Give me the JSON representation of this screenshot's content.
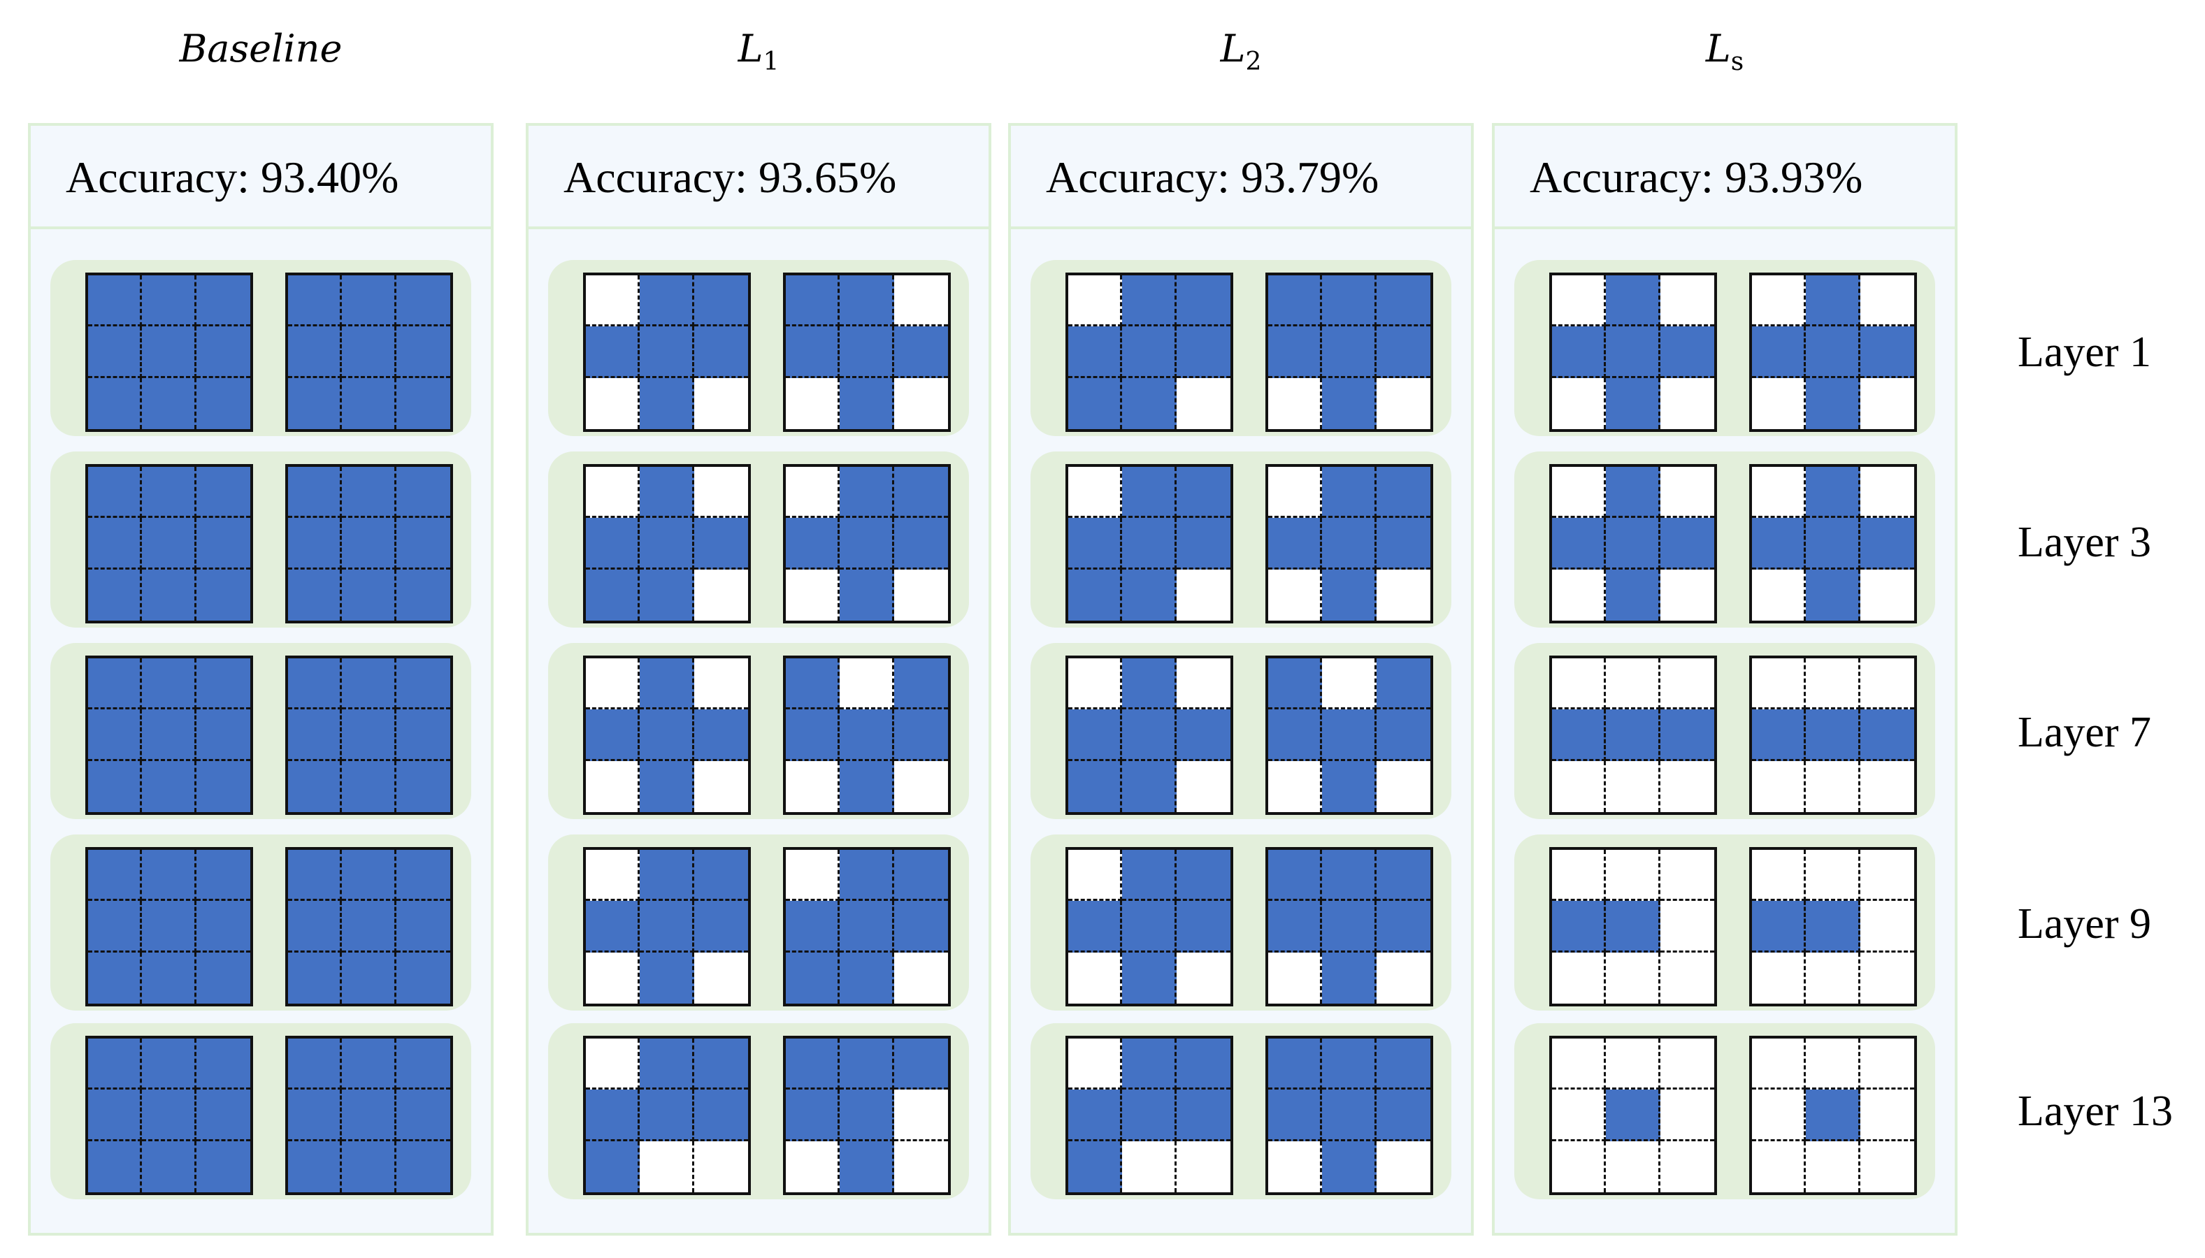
{
  "columns": [
    {
      "title": "Baseline",
      "sub": "",
      "accuracy": "Accuracy: 93.40%",
      "layers": [
        [
          [
            1,
            1,
            1,
            1,
            1,
            1,
            1,
            1,
            1
          ],
          [
            1,
            1,
            1,
            1,
            1,
            1,
            1,
            1,
            1
          ]
        ],
        [
          [
            1,
            1,
            1,
            1,
            1,
            1,
            1,
            1,
            1
          ],
          [
            1,
            1,
            1,
            1,
            1,
            1,
            1,
            1,
            1
          ]
        ],
        [
          [
            1,
            1,
            1,
            1,
            1,
            1,
            1,
            1,
            1
          ],
          [
            1,
            1,
            1,
            1,
            1,
            1,
            1,
            1,
            1
          ]
        ],
        [
          [
            1,
            1,
            1,
            1,
            1,
            1,
            1,
            1,
            1
          ],
          [
            1,
            1,
            1,
            1,
            1,
            1,
            1,
            1,
            1
          ]
        ],
        [
          [
            1,
            1,
            1,
            1,
            1,
            1,
            1,
            1,
            1
          ],
          [
            1,
            1,
            1,
            1,
            1,
            1,
            1,
            1,
            1
          ]
        ]
      ]
    },
    {
      "title": "L",
      "sub": "1",
      "accuracy": "Accuracy: 93.65%",
      "layers": [
        [
          [
            0,
            1,
            1,
            1,
            1,
            1,
            0,
            1,
            0
          ],
          [
            1,
            1,
            0,
            1,
            1,
            1,
            0,
            1,
            0
          ]
        ],
        [
          [
            0,
            1,
            0,
            1,
            1,
            1,
            1,
            1,
            0
          ],
          [
            0,
            1,
            1,
            1,
            1,
            1,
            0,
            1,
            0
          ]
        ],
        [
          [
            0,
            1,
            0,
            1,
            1,
            1,
            0,
            1,
            0
          ],
          [
            1,
            0,
            1,
            1,
            1,
            1,
            0,
            1,
            0
          ]
        ],
        [
          [
            0,
            1,
            1,
            1,
            1,
            1,
            0,
            1,
            0
          ],
          [
            0,
            1,
            1,
            1,
            1,
            1,
            1,
            1,
            0
          ]
        ],
        [
          [
            0,
            1,
            1,
            1,
            1,
            1,
            1,
            0,
            0
          ],
          [
            1,
            1,
            1,
            1,
            1,
            0,
            0,
            1,
            0
          ]
        ]
      ]
    },
    {
      "title": "L",
      "sub": "2",
      "accuracy": "Accuracy: 93.79%",
      "layers": [
        [
          [
            0,
            1,
            1,
            1,
            1,
            1,
            1,
            1,
            0
          ],
          [
            1,
            1,
            1,
            1,
            1,
            1,
            0,
            1,
            0
          ]
        ],
        [
          [
            0,
            1,
            1,
            1,
            1,
            1,
            1,
            1,
            0
          ],
          [
            0,
            1,
            1,
            1,
            1,
            1,
            0,
            1,
            0
          ]
        ],
        [
          [
            0,
            1,
            0,
            1,
            1,
            1,
            1,
            1,
            0
          ],
          [
            1,
            0,
            1,
            1,
            1,
            1,
            0,
            1,
            0
          ]
        ],
        [
          [
            0,
            1,
            1,
            1,
            1,
            1,
            0,
            1,
            0
          ],
          [
            1,
            1,
            1,
            1,
            1,
            1,
            0,
            1,
            0
          ]
        ],
        [
          [
            0,
            1,
            1,
            1,
            1,
            1,
            1,
            0,
            0
          ],
          [
            1,
            1,
            1,
            1,
            1,
            1,
            0,
            1,
            0
          ]
        ]
      ]
    },
    {
      "title": "L",
      "sub": "s",
      "accuracy": "Accuracy: 93.93%",
      "layers": [
        [
          [
            0,
            1,
            0,
            1,
            1,
            1,
            0,
            1,
            0
          ],
          [
            0,
            1,
            0,
            1,
            1,
            1,
            0,
            1,
            0
          ]
        ],
        [
          [
            0,
            1,
            0,
            1,
            1,
            1,
            0,
            1,
            0
          ],
          [
            0,
            1,
            0,
            1,
            1,
            1,
            0,
            1,
            0
          ]
        ],
        [
          [
            0,
            0,
            0,
            1,
            1,
            1,
            0,
            0,
            0
          ],
          [
            0,
            0,
            0,
            1,
            1,
            1,
            0,
            0,
            0
          ]
        ],
        [
          [
            0,
            0,
            0,
            1,
            1,
            0,
            0,
            0,
            0
          ],
          [
            0,
            0,
            0,
            1,
            1,
            0,
            0,
            0,
            0
          ]
        ],
        [
          [
            0,
            0,
            0,
            0,
            1,
            0,
            0,
            0,
            0
          ],
          [
            0,
            0,
            0,
            0,
            1,
            0,
            0,
            0,
            0
          ]
        ]
      ]
    }
  ],
  "row_labels": [
    "Layer 1",
    "Layer 3",
    "Layer 7",
    "Layer 9",
    "Layer 13"
  ],
  "colors": {
    "active": "#4472c4",
    "panel": "#f3f8fd",
    "layer_bg": "#e3efdb",
    "border": "#dcefd6"
  }
}
